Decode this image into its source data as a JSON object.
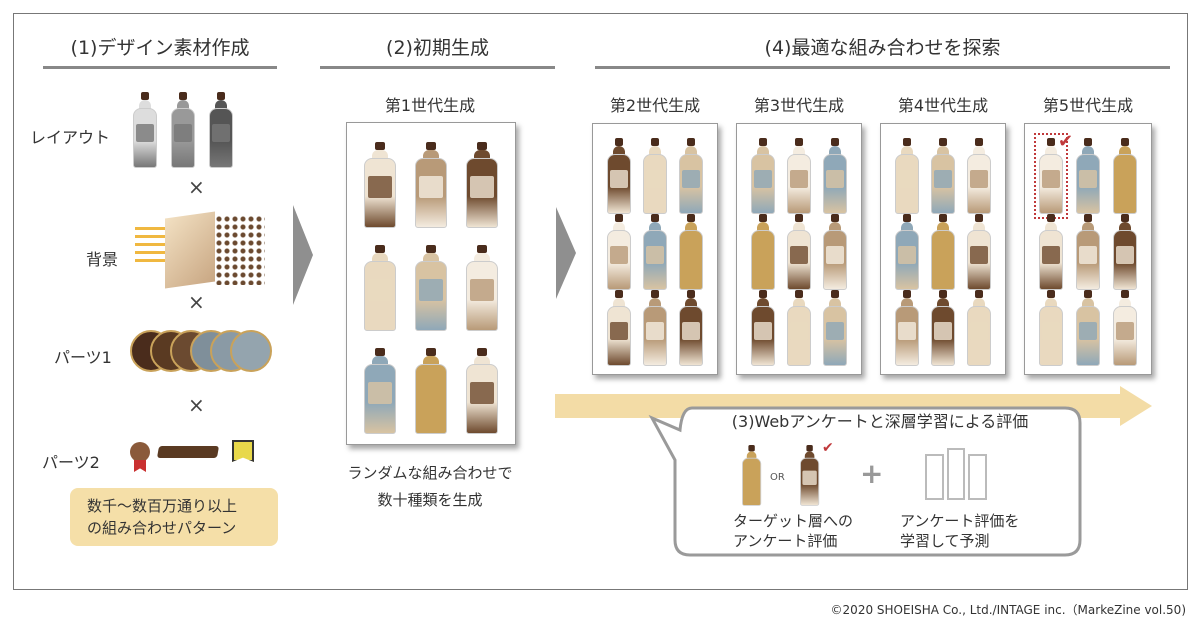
{
  "steps": {
    "step1": {
      "title": "(1)デザイン素材作成",
      "rows": [
        "レイアウト",
        "背景",
        "パーツ1",
        "パーツ2"
      ],
      "times": "×",
      "note_line1": "数千～数百万通り以上",
      "note_line2": "の組み合わせパターン"
    },
    "step2": {
      "title": "(2)初期生成",
      "gen_label": "第1世代生成",
      "caption_line1": "ランダムな組み合わせで",
      "caption_line2": "数十種類を生成"
    },
    "step4": {
      "title": "(4)最適な組み合わせを探索",
      "generations": [
        "第2世代生成",
        "第3世代生成",
        "第4世代生成",
        "第5世代生成"
      ]
    },
    "step3": {
      "title": "(3)Webアンケートと深層学習による評価",
      "or_label": "OR",
      "plus": "+",
      "left_line1": "ターゲット層への",
      "left_line2": "アンケート評価",
      "right_line1": "アンケート評価を",
      "right_line2": "学習して予測"
    }
  },
  "copyright": "©2020 SHOEISHA Co., Ltd./INTAGE inc.（MarkeZine vol.50)",
  "colors": {
    "accent_yellow": "#f3dca6",
    "note_bg": "#f5dfa8",
    "check_red": "#c0393b",
    "gray": "#8f8f8f",
    "bottle_palettes": [
      "#efe4d3",
      "#b89a78",
      "#6e4a2e",
      "#e9d9bf",
      "#d8c3a2",
      "#f4ece0",
      "#8fa8b8",
      "#c9a25a"
    ]
  }
}
